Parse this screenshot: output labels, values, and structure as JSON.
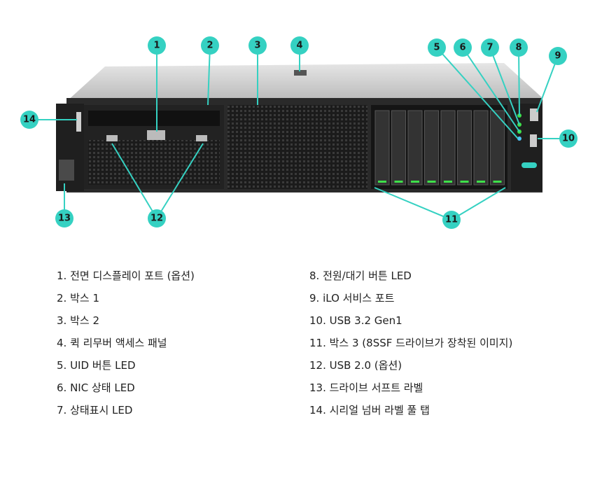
{
  "callouts": [
    "1",
    "2",
    "3",
    "4",
    "5",
    "6",
    "7",
    "8",
    "9",
    "10",
    "11",
    "12",
    "13",
    "14"
  ],
  "legend": {
    "left": [
      "1.  전면 디스플레이 포트 (옵션)",
      "2.  박스 1",
      "3.  박스 2",
      "4.  퀵 리무버 액세스 패널",
      "5. UID 버튼 LED",
      "6. NIC 상태 LED",
      "7. 상태표시 LED"
    ],
    "right": [
      "8. 전원/대기 버튼 LED",
      "9. iLO 서비스 포트",
      "10. USB 3.2 Gen1",
      "11. 박스 3 (8SSF 드라이브가 장착된 이미지)",
      "12. USB 2.0 (옵션)",
      "13. 드라이브 서프트 라벨",
      "14. 시리얼 넘버 라벨 풀 탭"
    ]
  },
  "colors": {
    "callout": "#35d1c2",
    "chassis": "#2a2a2a",
    "led_green": "#3ee04a"
  }
}
